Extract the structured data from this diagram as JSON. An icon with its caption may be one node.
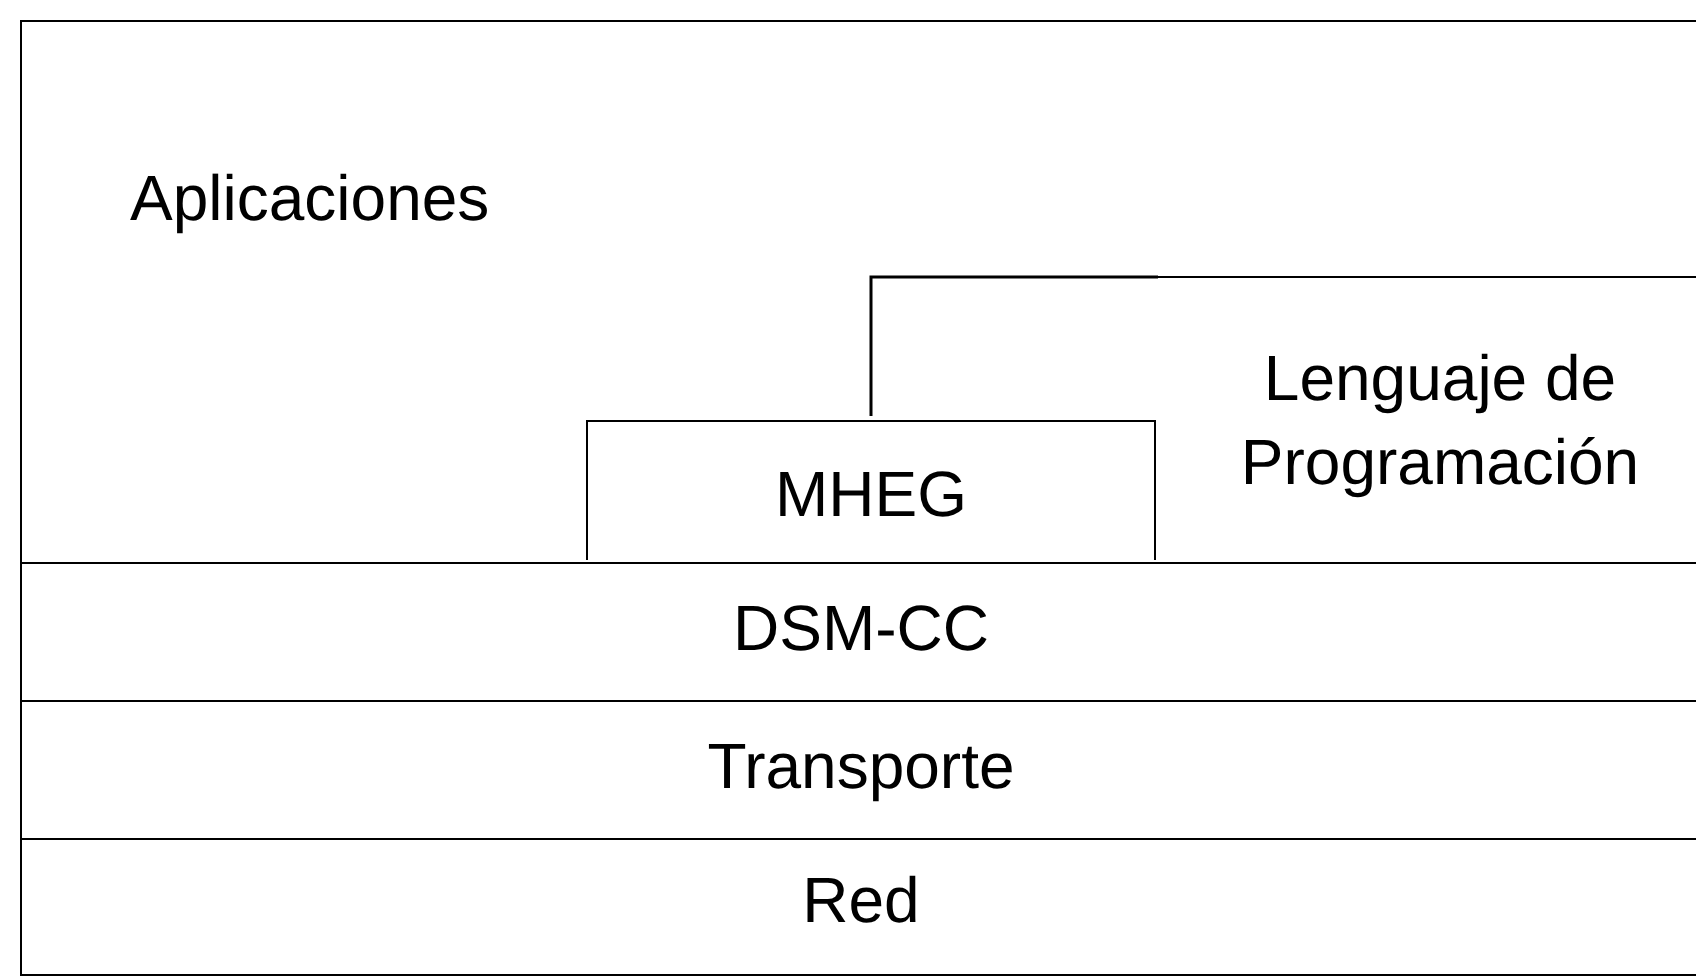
{
  "diagram": {
    "nodes": [
      {
        "text": [
          "Aplicaciones"
        ]
      },
      {
        "text": [
          "Lenguaje de Programación"
        ],
        "in": 0
      },
      {
        "text": [
          "MHEG"
        ],
        "in": 0
      },
      {
        "text": [
          "DSM-CC"
        ]
      },
      {
        "text": [
          "Transporte"
        ]
      },
      {
        "text": [
          "Red"
        ]
      }
    ]
  }
}
